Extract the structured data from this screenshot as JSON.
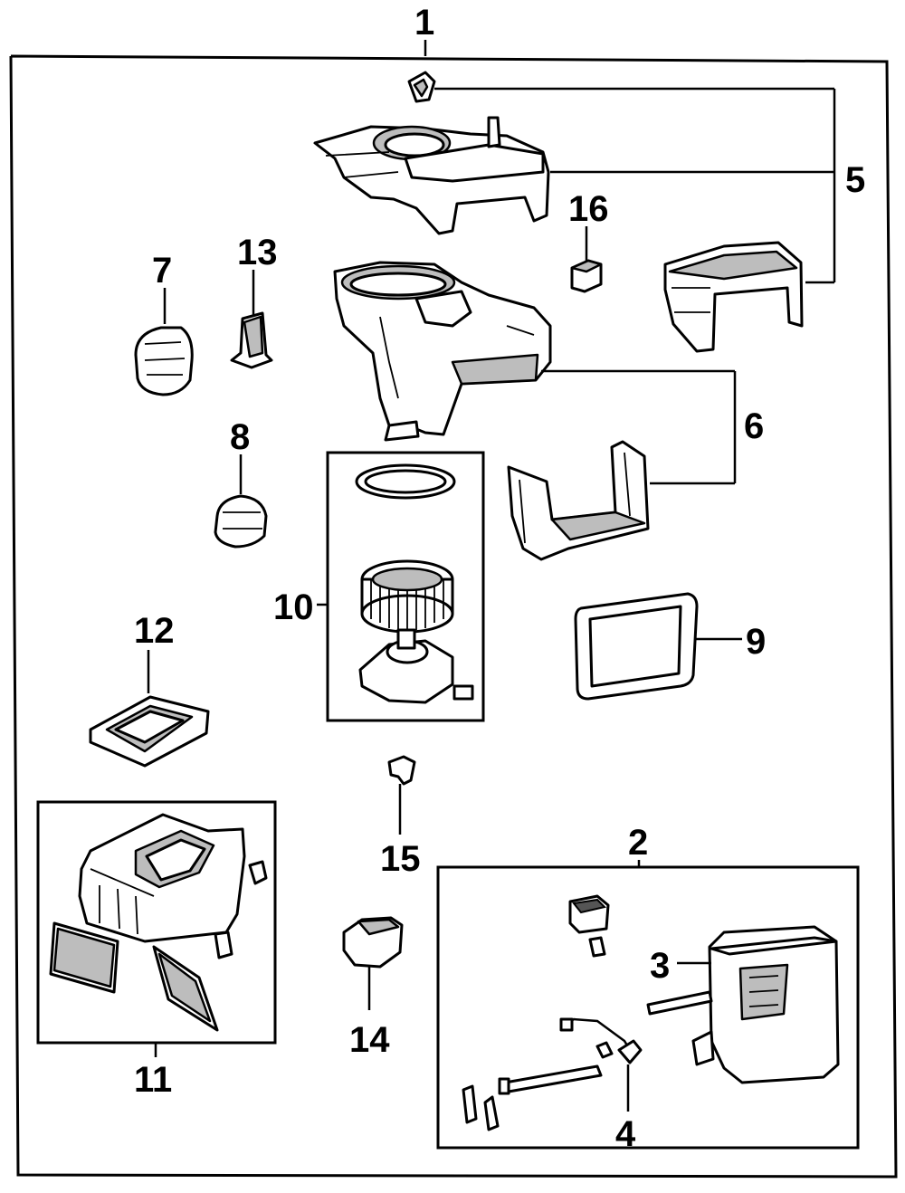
{
  "diagram": {
    "callouts": {
      "c1": "1",
      "c2": "2",
      "c3": "3",
      "c4": "4",
      "c5": "5",
      "c6": "6",
      "c7": "7",
      "c8": "8",
      "c9": "9",
      "c10": "10",
      "c11": "11",
      "c12": "12",
      "c13": "13",
      "c14": "14",
      "c15": "15",
      "c16": "16"
    },
    "colors": {
      "ink": "#000000",
      "paper": "#ffffff",
      "shade": "#bdbdbd"
    }
  }
}
